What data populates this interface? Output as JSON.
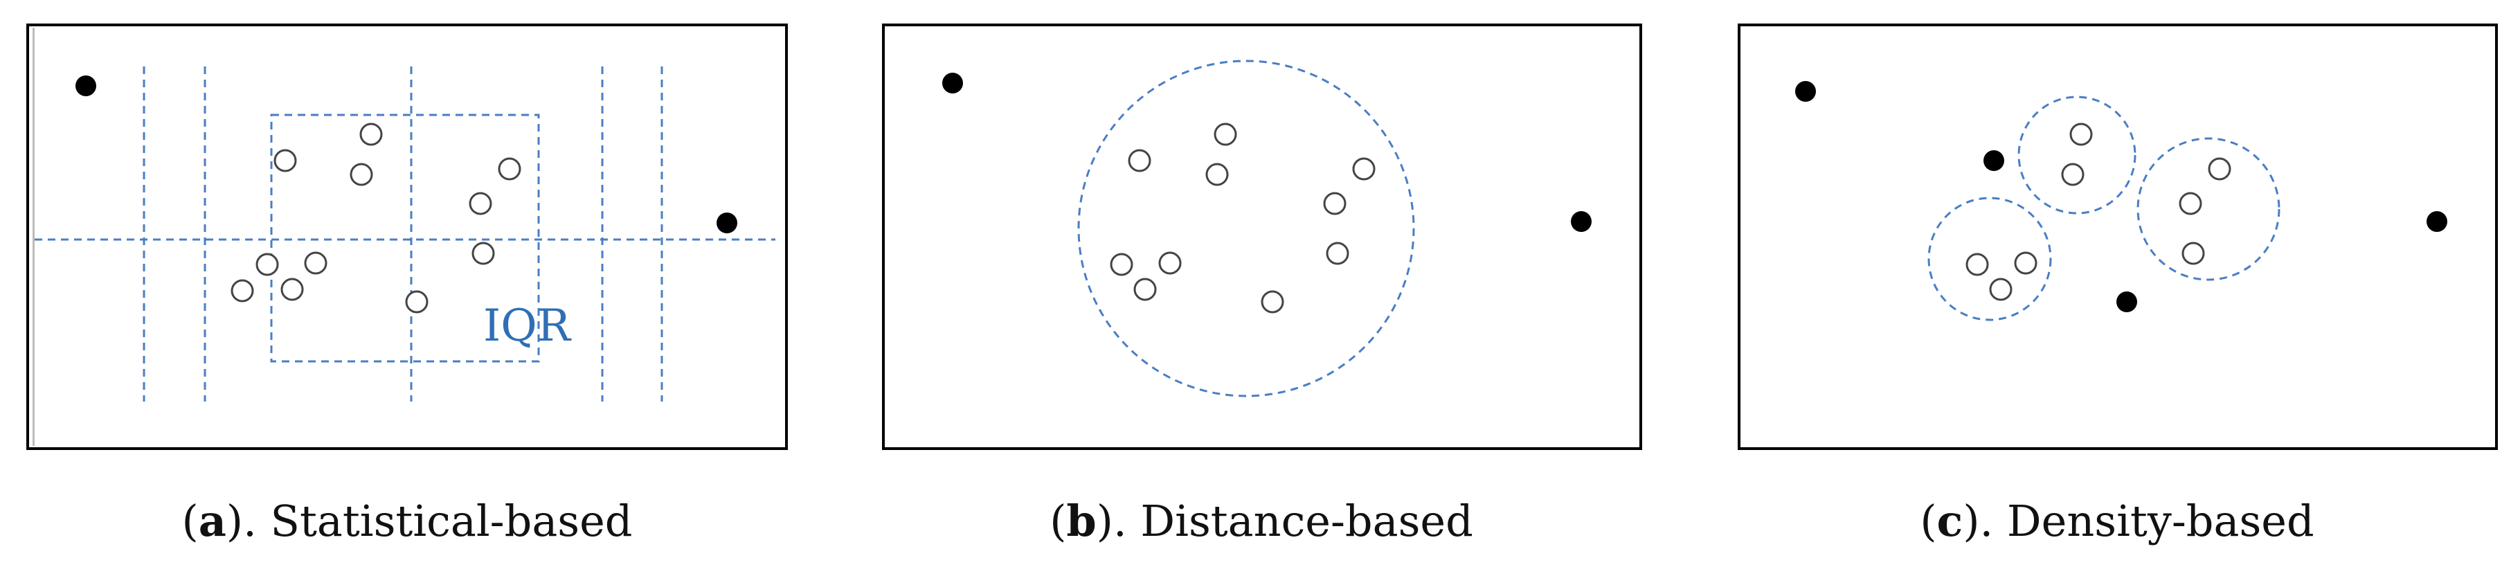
{
  "colors": {
    "frame": "#000000",
    "dashed": "#4a7ec4",
    "iqr_text": "#2f6fb5",
    "outlier": "#000000",
    "normal_fill": "#ffffff",
    "normal_stroke": "#444444",
    "caption": "#111111"
  },
  "panels": [
    {
      "id": "a",
      "letter": "a",
      "caption_text": ". Statistical-based",
      "annotation": "IQR"
    },
    {
      "id": "b",
      "letter": "b",
      "caption_text": ". Distance-based"
    },
    {
      "id": "c",
      "letter": "c",
      "caption_text": ". Density-based"
    }
  ]
}
